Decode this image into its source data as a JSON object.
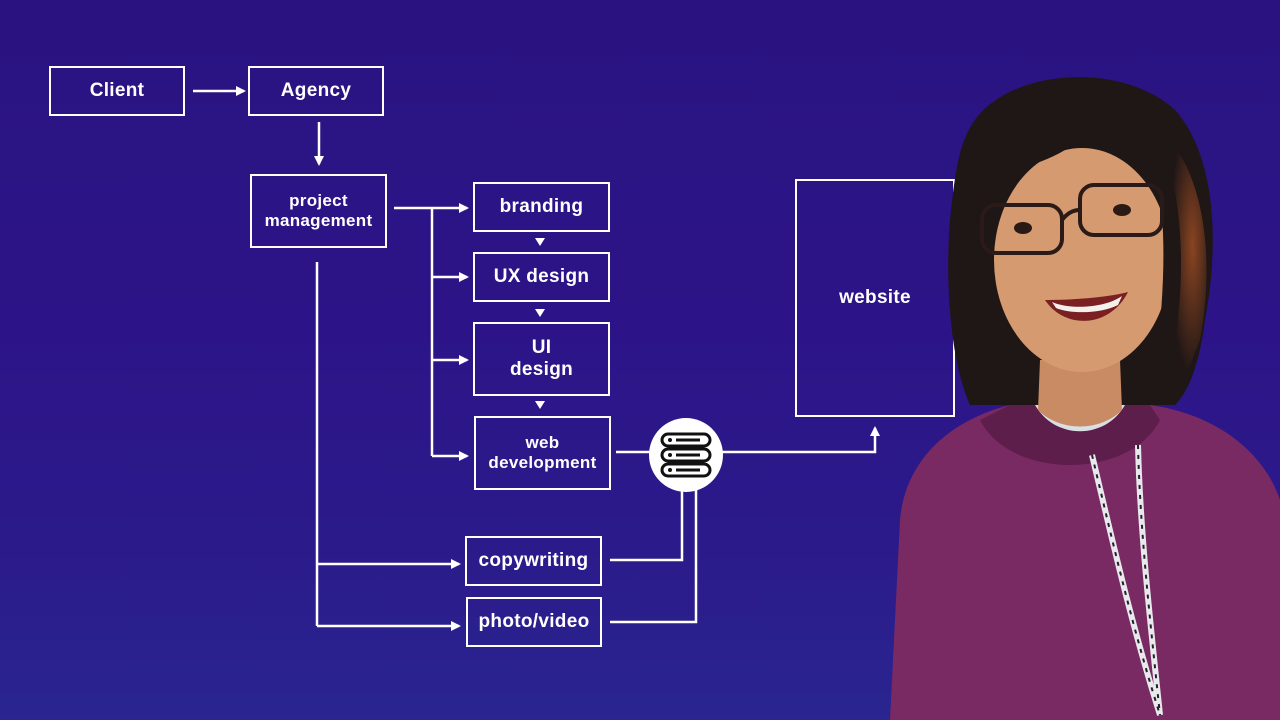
{
  "diagram": {
    "nodes": {
      "client": "Client",
      "agency": "Agency",
      "project_management_line1": "project",
      "project_management_line2": "management",
      "branding": "branding",
      "ux_design": "UX design",
      "ui_design_line1": "UI",
      "ui_design_line2": "design",
      "web_development_line1": "web",
      "web_development_line2": "development",
      "copywriting": "copywriting",
      "photo_video": "photo/video",
      "website": "website"
    },
    "icons": {
      "hub": "server-icon"
    },
    "colors": {
      "background": "#2c1488",
      "lines": "#ffffff",
      "hoodie": "#7a2a62",
      "hair": "#1f1616"
    }
  }
}
